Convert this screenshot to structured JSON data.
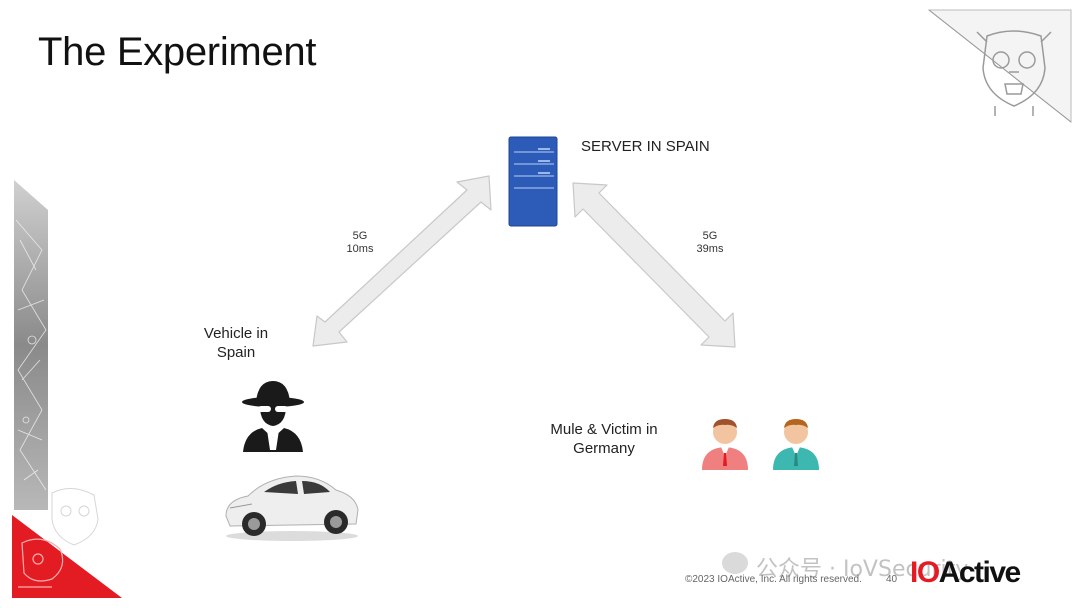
{
  "slide": {
    "title": "The Experiment",
    "server_label": "SERVER IN SPAIN",
    "left_link": {
      "line1": "5G",
      "line2": "10ms"
    },
    "right_link": {
      "line1": "5G",
      "line2": "39ms"
    },
    "vehicle_label": {
      "line1": "Vehicle in",
      "line2": "Spain"
    },
    "mule_label": {
      "line1": "Mule & Victim in",
      "line2": "Germany"
    },
    "footer": {
      "copyright": "©2023 IOActive, Inc. All rights reserved.",
      "page_number": "40",
      "logo_io": "IO",
      "logo_active": "Active"
    },
    "watermark": "公众号 · IoVSecurity"
  },
  "colors": {
    "accent_red": "#e31b23",
    "server_blue": "#2d5bb8",
    "arrow_fill": "#ececec",
    "person_red": "#f08080",
    "person_teal": "#3cb8b0"
  },
  "icons": [
    "server-icon",
    "hacker-icon",
    "car-icon",
    "person-red-icon",
    "person-teal-icon",
    "bidirectional-arrow-icon",
    "robot-corner-icon",
    "wechat-icon"
  ]
}
